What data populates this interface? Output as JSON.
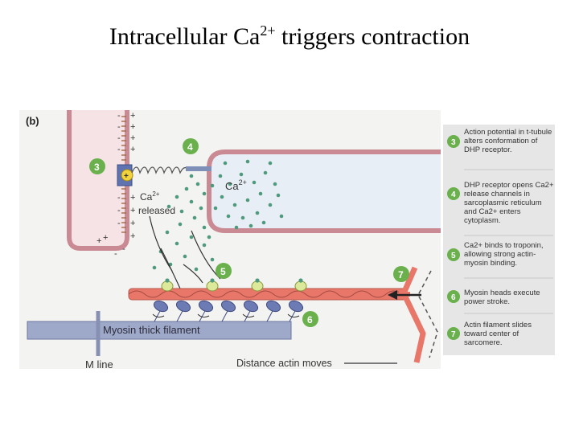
{
  "slide": {
    "title_pre": "Intracellular Ca",
    "title_sup": "2+",
    "title_post": " triggers contraction"
  },
  "diagram": {
    "panel_label": "(b)",
    "ca_cloud_label_main": "Ca",
    "ca_cloud_label_sup": "2+",
    "ca_released_label_main": "Ca",
    "ca_released_label_sup": "2+",
    "ca_released_label_2": "released",
    "dhp_symbol": "+",
    "thick_filament_label": "Myosin thick filament",
    "m_line_label": "M line",
    "distance_label": "Distance actin moves",
    "step_numbers": [
      "3",
      "4",
      "5",
      "6",
      "7"
    ],
    "plus_sign": "+",
    "minus_sign": "-"
  },
  "steps": [
    {
      "num": "3",
      "text": "Action potential in t-tubule alters conformation of DHP receptor."
    },
    {
      "num": "4",
      "text": "DHP receptor opens Ca2+ release channels in sarcoplasmic reticulum and Ca2+ enters cytoplasm."
    },
    {
      "num": "5",
      "text": "Ca2+ binds to troponin, allowing strong actin-myosin binding."
    },
    {
      "num": "6",
      "text": "Myosin heads execute power stroke."
    },
    {
      "num": "7",
      "text": "Actin filament slides toward center of sarcomere."
    }
  ],
  "colors": {
    "step_circle": "#6ab04c",
    "membrane": "#c98a93",
    "tubule_fill": "#f6e3e5",
    "sr_fill": "#e8eef5",
    "ca_dot": "#4f9a7c",
    "actin": "#e8776a",
    "myosin": "#9ea8c9",
    "myosin_head": "#6c7bb3",
    "troponin": "#dce89a",
    "panel_bg": "#e6e6e6"
  }
}
